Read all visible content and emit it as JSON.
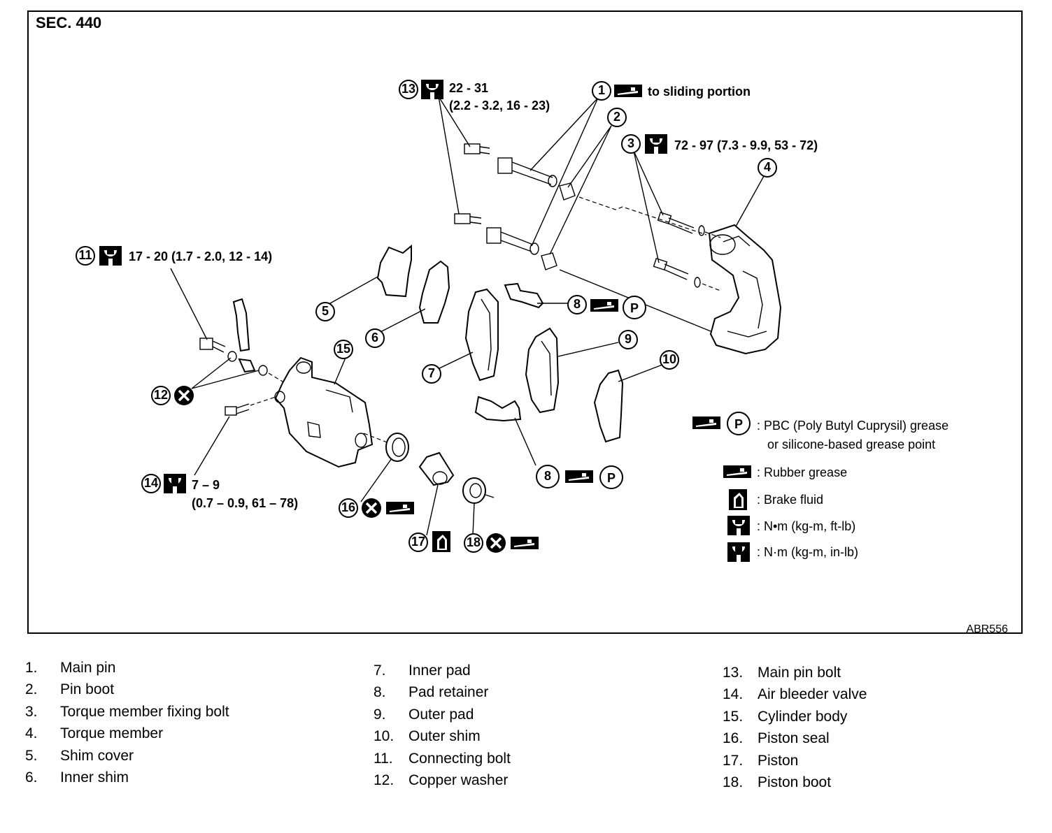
{
  "section_label": "SEC. 440",
  "figure_code": "ABR556",
  "callouts": {
    "c1": {
      "num": "1",
      "text": "to sliding portion"
    },
    "c2": {
      "num": "2"
    },
    "c3": {
      "num": "3",
      "torque": "72 - 97 (7.3 - 9.9, 53 - 72)"
    },
    "c4": {
      "num": "4"
    },
    "c5": {
      "num": "5"
    },
    "c6": {
      "num": "6"
    },
    "c7": {
      "num": "7"
    },
    "c8a": {
      "num": "8",
      "symbol": "P"
    },
    "c8b": {
      "num": "8",
      "symbol": "P"
    },
    "c9": {
      "num": "9"
    },
    "c10": {
      "num": "10"
    },
    "c11": {
      "num": "11",
      "torque": "17 - 20 (1.7 - 2.0, 12 - 14)"
    },
    "c12": {
      "num": "12"
    },
    "c13": {
      "num": "13",
      "torque_line1": "22 - 31",
      "torque_line2": "(2.2 - 3.2, 16 - 23)"
    },
    "c14": {
      "num": "14",
      "torque_line1": "7 – 9",
      "torque_line2": "(0.7 – 0.9, 61 – 78)"
    },
    "c15": {
      "num": "15"
    },
    "c16": {
      "num": "16"
    },
    "c17": {
      "num": "17"
    },
    "c18": {
      "num": "18"
    }
  },
  "symbol_legend": {
    "pbc_symbol": "P",
    "pbc_line1": ": PBC (Poly Butyl Cuprysil) grease",
    "pbc_line2": "or silicone-based grease point",
    "rubber": ": Rubber grease",
    "brake_fluid": ": Brake fluid",
    "nm_ftlb": ": N•m (kg-m, ft-lb)",
    "nm_inlb": ": N·m (kg-m, in-lb)"
  },
  "parts": [
    {
      "num": "1.",
      "name": "Main pin"
    },
    {
      "num": "2.",
      "name": "Pin boot"
    },
    {
      "num": "3.",
      "name": "Torque member fixing bolt"
    },
    {
      "num": "4.",
      "name": "Torque member"
    },
    {
      "num": "5.",
      "name": "Shim cover"
    },
    {
      "num": "6.",
      "name": "Inner shim"
    },
    {
      "num": "7.",
      "name": "Inner pad"
    },
    {
      "num": "8.",
      "name": "Pad retainer"
    },
    {
      "num": "9.",
      "name": "Outer pad"
    },
    {
      "num": "10.",
      "name": "Outer shim"
    },
    {
      "num": "11.",
      "name": "Connecting bolt"
    },
    {
      "num": "12.",
      "name": "Copper washer"
    },
    {
      "num": "13.",
      "name": "Main pin bolt"
    },
    {
      "num": "14.",
      "name": "Air bleeder valve"
    },
    {
      "num": "15.",
      "name": "Cylinder body"
    },
    {
      "num": "16.",
      "name": "Piston seal"
    },
    {
      "num": "17.",
      "name": "Piston"
    },
    {
      "num": "18.",
      "name": "Piston boot"
    }
  ]
}
